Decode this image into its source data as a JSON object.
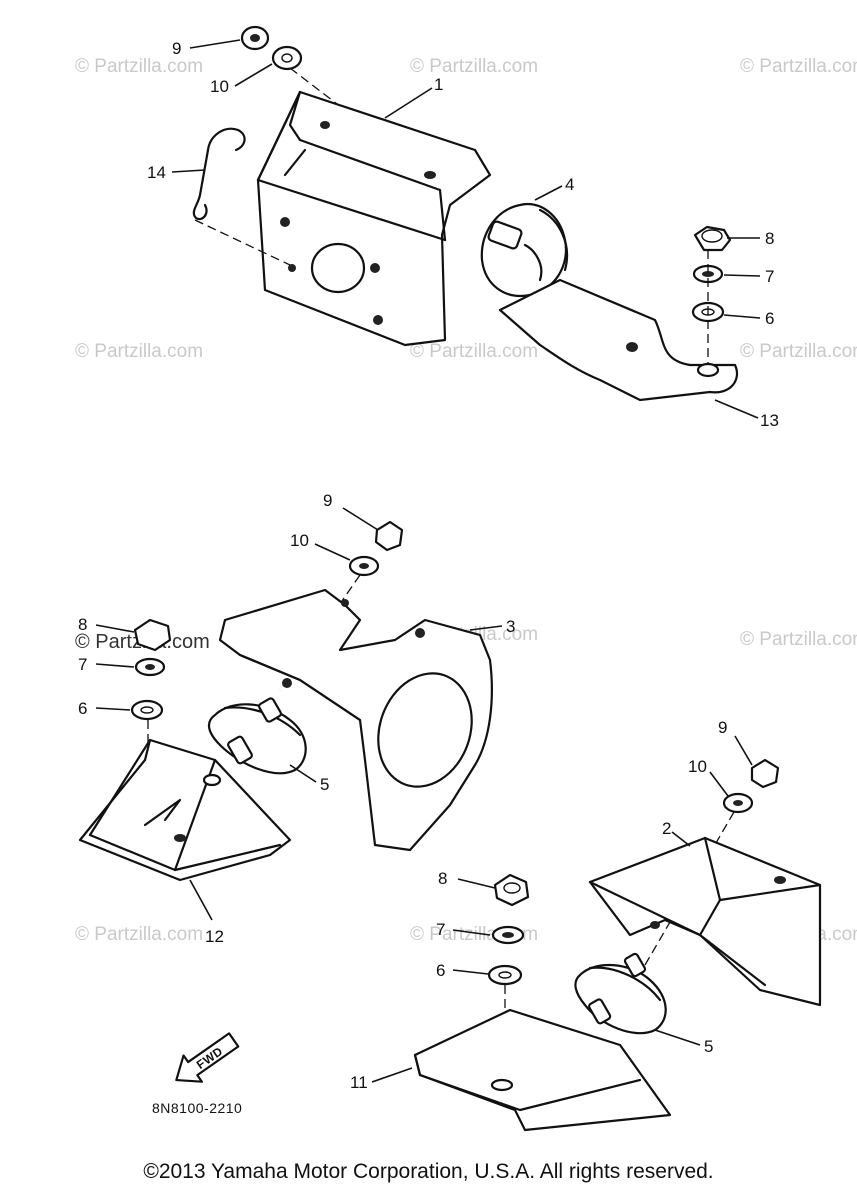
{
  "watermark": "© Partzilla.com",
  "callouts": {
    "top": [
      "9",
      "10",
      "1",
      "14",
      "4",
      "8",
      "7",
      "6",
      "13"
    ],
    "middle": [
      "9",
      "10",
      "8",
      "7",
      "6",
      "3",
      "5",
      "12"
    ],
    "bottom": [
      "9",
      "10",
      "2",
      "8",
      "7",
      "6",
      "5",
      "11"
    ]
  },
  "direction_arrow": "FWD",
  "diagram_code": "8N8100-2210",
  "copyright": "©2013 Yamaha Motor Corporation, U.S.A. All rights reserved."
}
